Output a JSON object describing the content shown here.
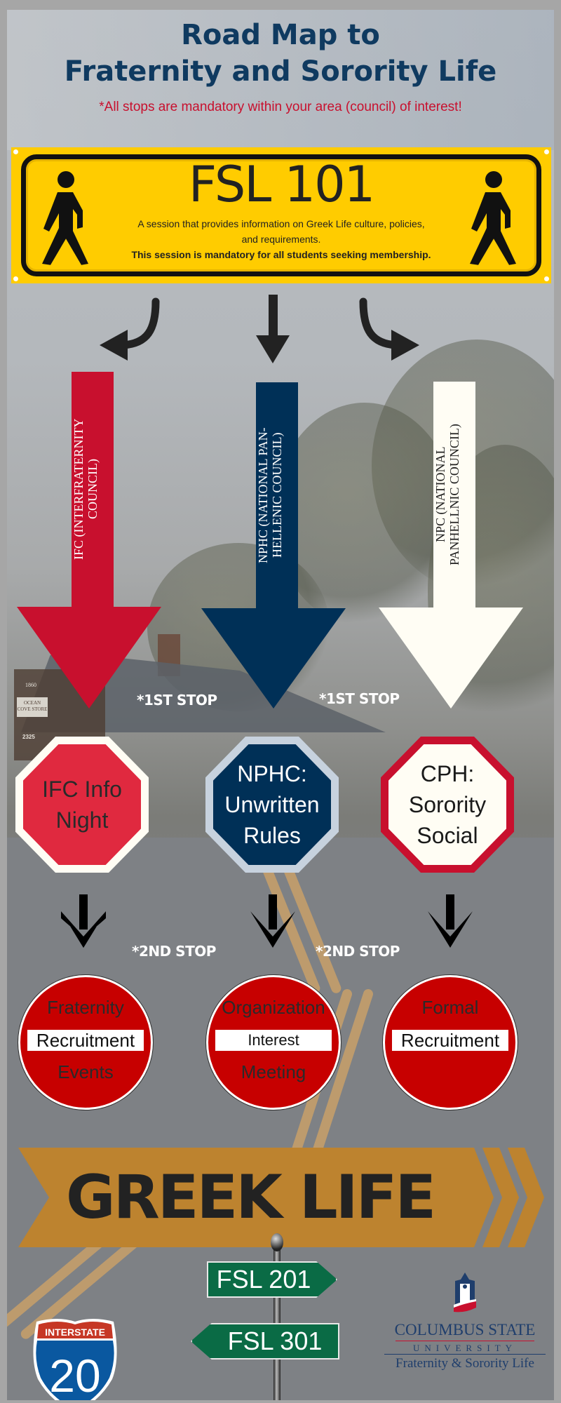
{
  "header": {
    "title_line1": "Road Map to",
    "title_line2": "Fraternity and Sorority Life",
    "subtitle": "*All stops are mandatory within your area (council) of interest!"
  },
  "fsl101": {
    "title": "FSL 101",
    "description": "A session that provides information on Greek Life culture, policies, and requirements.",
    "mandatory_note": "This session is mandatory for all students seeking membership.",
    "icon": "pedestrian-icon"
  },
  "councils": [
    {
      "id": "ifc",
      "label": "IFC (INTERFRATERNITY\nCOUNCIL)",
      "color": "#c8102e",
      "text_color": "#ffffff"
    },
    {
      "id": "nphc",
      "label": "NPHC (NATIONAL PAN-\nHELLENIC COUNCIL)",
      "color": "#003057",
      "text_color": "#ffffff"
    },
    {
      "id": "npc",
      "label": "NPC  (NATIONAL\nPANHELLNIC COUNCIL)",
      "color": "#fffdf4",
      "text_color": "#222222"
    }
  ],
  "stop_labels": {
    "first": "*1ST STOP",
    "second": "*2ND STOP"
  },
  "first_stops": [
    {
      "id": "ifc",
      "label": "IFC Info\nNight",
      "fill": "#e0293f",
      "border": "#fffdf4",
      "text_color": "#2a2a2a"
    },
    {
      "id": "nphc",
      "label": "NPHC:\nUnwritten\nRules",
      "fill": "#003057",
      "border": "#c7d2de",
      "text_color": "#ffffff"
    },
    {
      "id": "cph",
      "label": "CPH:\nSorority\nSocial",
      "fill": "#fffdf4",
      "border": "#c8102e",
      "text_color": "#1a1a1a"
    }
  ],
  "second_stops": [
    {
      "id": "ifc",
      "top": "Fraternity",
      "bar": "Recruitment",
      "bottom": "Events"
    },
    {
      "id": "nphc",
      "top": "Organization",
      "bar": "Interest",
      "bottom": "Meeting"
    },
    {
      "id": "npc",
      "top": "Formal",
      "bar": "Recruitment",
      "bottom": ""
    }
  ],
  "greek_life": {
    "label": "GREEK LIFE",
    "color": "#bd832f"
  },
  "signposts": [
    {
      "label": "FSL 201",
      "direction": "right"
    },
    {
      "label": "FSL 301",
      "direction": "left"
    }
  ],
  "interstate": {
    "label": "INTERSTATE",
    "number": "20"
  },
  "logo": {
    "university_name": "COLUMBUS STATE",
    "university_word": "UNIVERSITY",
    "department": "Fraternity & Sorority Life"
  },
  "background_scene": {
    "store_sign": "OCEAN COVE STORE",
    "year_sign": "1860",
    "address_number": "2325"
  },
  "colors": {
    "title_navy": "#0f3a60",
    "accent_red": "#c8102e",
    "sign_yellow": "#ffcc00",
    "street_sign_green": "#0a6b45"
  }
}
